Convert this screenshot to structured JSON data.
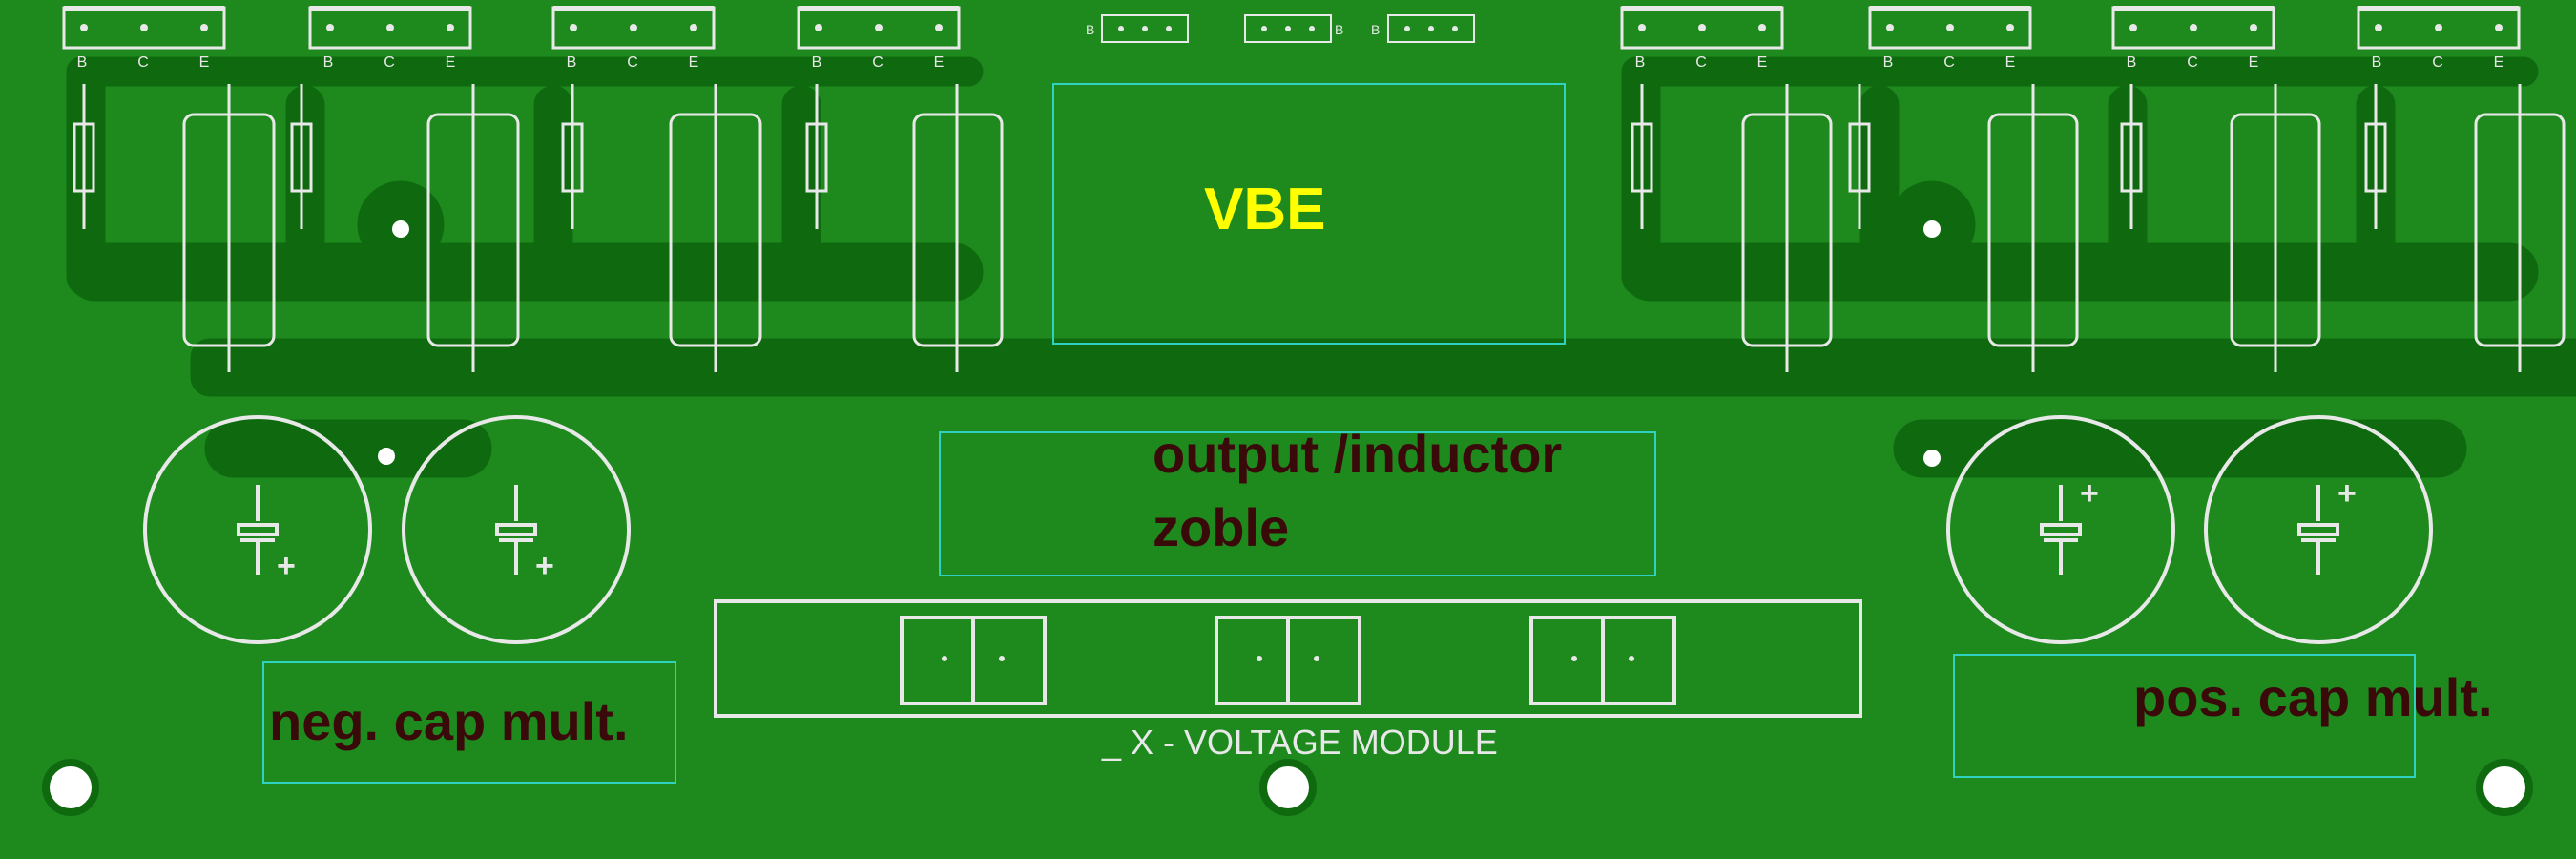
{
  "board": {
    "title": "_ X - VOLTAGE MODULE",
    "colors": {
      "board": "#1e8a1e",
      "trace": "#0f6a0f",
      "silk": "#e8e8e8",
      "keepout": "#2fd1c0",
      "label_yellow": "#ffff00",
      "label_dark": "#3a0a0a"
    }
  },
  "labels": {
    "vbe": "VBE",
    "output_line1": "output /inductor",
    "output_line2": "zoble",
    "neg_cap_mult": "neg. cap mult.",
    "pos_cap_mult": "pos. cap mult."
  },
  "pins": {
    "b": "B",
    "c": "C",
    "e": "E"
  },
  "small_headers": [
    {
      "label": "B"
    },
    {
      "label": "B"
    },
    {
      "label": "B"
    }
  ],
  "capacitor_polarity": "+"
}
